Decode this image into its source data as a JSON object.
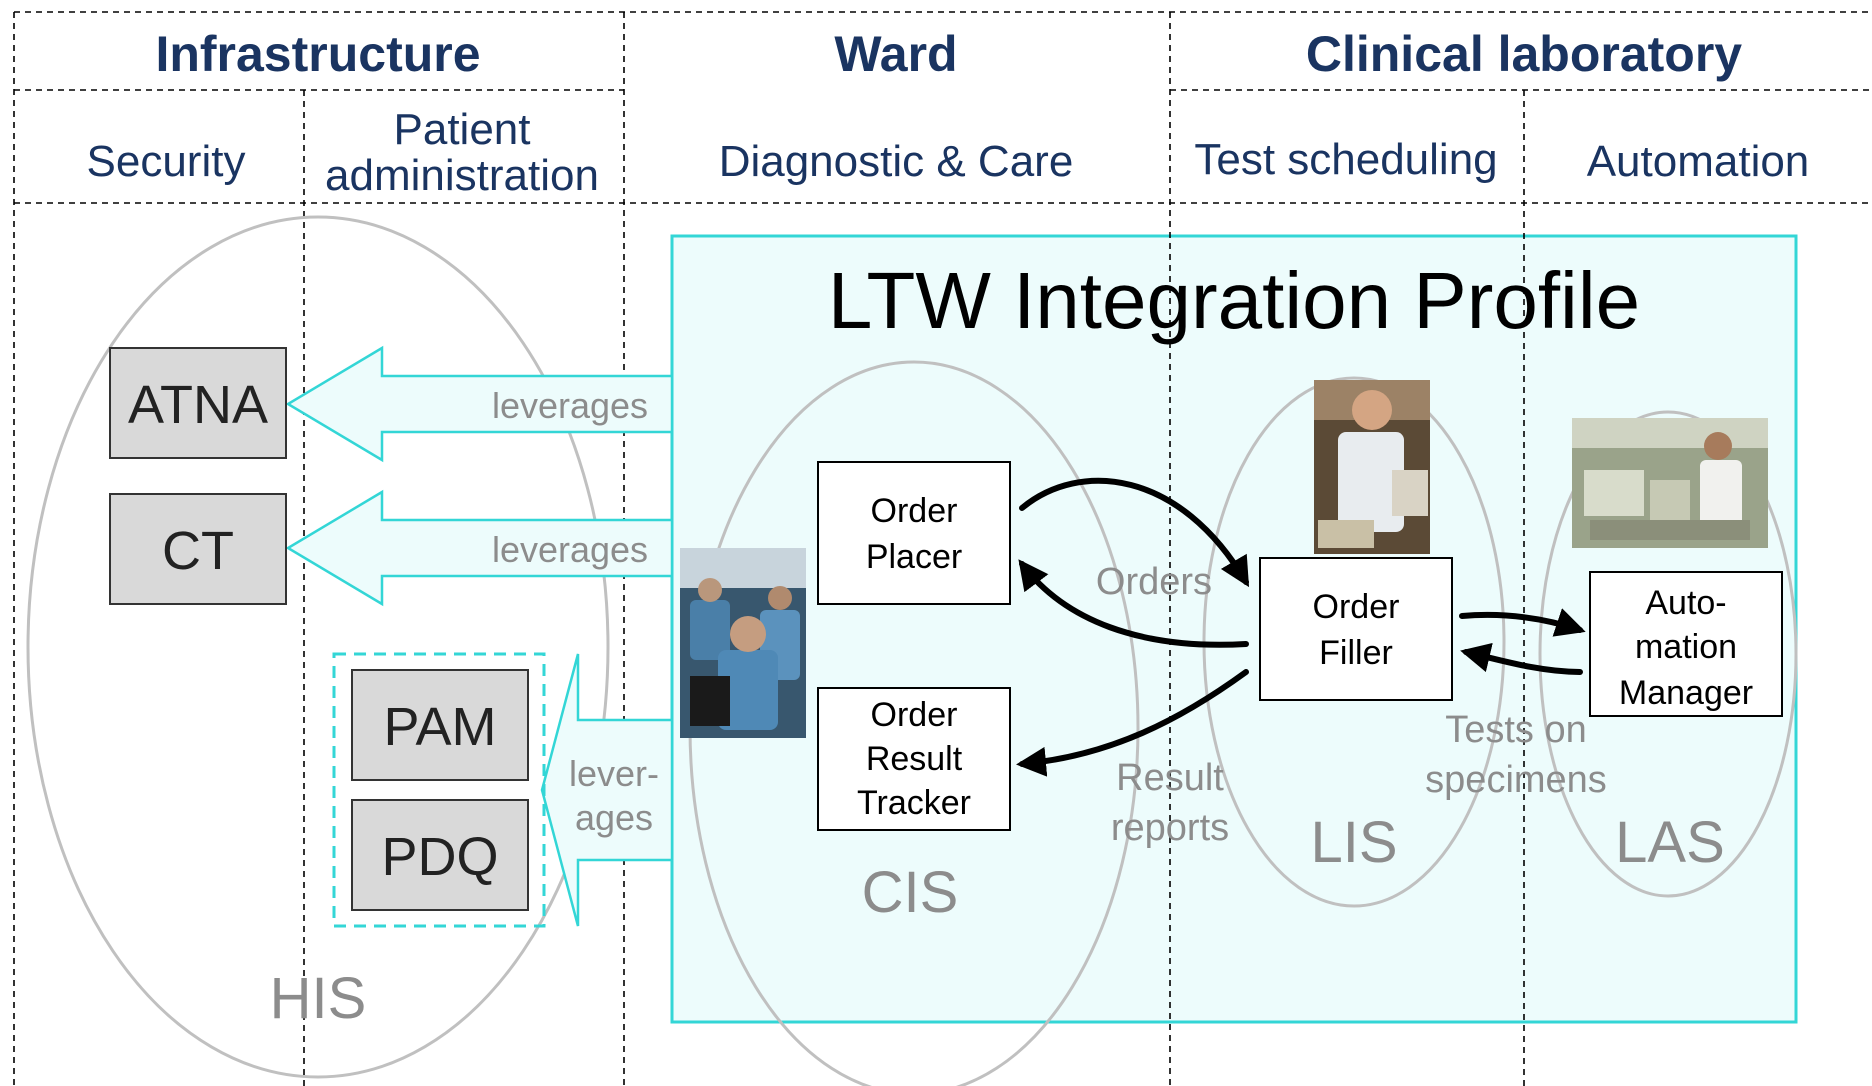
{
  "headers": {
    "infrastructure": "Infrastructure",
    "ward": "Ward",
    "clinical_laboratory": "Clinical laboratory"
  },
  "subheaders": {
    "security": "Security",
    "patient_admin_line1": "Patient",
    "patient_admin_line2": "administration",
    "diagnostic_care": "Diagnostic & Care",
    "test_scheduling": "Test scheduling",
    "automation": "Automation"
  },
  "profile_title": "LTW Integration Profile",
  "his": {
    "label": "HIS",
    "boxes": {
      "atna": "ATNA",
      "ct": "CT",
      "pam": "PAM",
      "pdq": "PDQ"
    }
  },
  "leverage_labels": {
    "atna": "leverages",
    "ct": "leverages",
    "pam_pdq_line1": "lever-",
    "pam_pdq_line2": "ages"
  },
  "systems": {
    "cis": "CIS",
    "lis": "LIS",
    "las": "LAS"
  },
  "actors": {
    "order_placer": [
      "Order",
      "Placer"
    ],
    "order_result_tracker": [
      "Order",
      "Result",
      "Tracker"
    ],
    "order_filler": [
      "Order",
      "Filler"
    ],
    "automation_manager": [
      "Auto-",
      "mation",
      "Manager"
    ]
  },
  "transactions": {
    "orders": "Orders",
    "result_reports_line1": "Result",
    "result_reports_line2": "reports",
    "tests_on_specimens_line1": "Tests on",
    "tests_on_specimens_line2": "specimens"
  },
  "colors": {
    "header_text": "#1a3461",
    "subheader_text": "#1a3461",
    "profile_border": "#33d6d6",
    "profile_fill": "#edfcfc",
    "gray_box_fill": "#d9d9d9",
    "ellipse_stroke": "#c0c0c0",
    "faded_label": "#8c8c8c"
  }
}
